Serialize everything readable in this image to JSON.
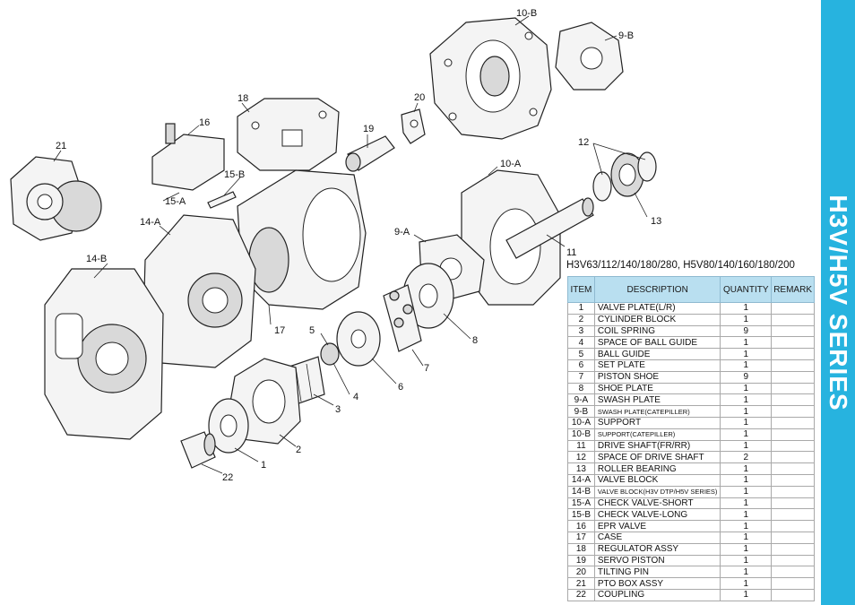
{
  "sidebar": {
    "title": "H3V/H5V SERIES",
    "color": "#27b3df"
  },
  "model_line": "H3V63/112/140/180/280, H5V80/140/160/180/200",
  "table": {
    "headers": [
      "ITEM",
      "DESCRIPTION",
      "QUANTITY",
      "REMARK"
    ],
    "rows": [
      {
        "item": "1",
        "desc": "VALVE PLATE(L/R)",
        "qty": "1",
        "remark": "",
        "small": false
      },
      {
        "item": "2",
        "desc": "CYLINDER BLOCK",
        "qty": "1",
        "remark": "",
        "small": false
      },
      {
        "item": "3",
        "desc": "COIL SPRING",
        "qty": "9",
        "remark": "",
        "small": false
      },
      {
        "item": "4",
        "desc": "SPACE OF BALL GUIDE",
        "qty": "1",
        "remark": "",
        "small": false
      },
      {
        "item": "5",
        "desc": "BALL GUIDE",
        "qty": "1",
        "remark": "",
        "small": false
      },
      {
        "item": "6",
        "desc": "SET PLATE",
        "qty": "1",
        "remark": "",
        "small": false
      },
      {
        "item": "7",
        "desc": "PISTON SHOE",
        "qty": "9",
        "remark": "",
        "small": false
      },
      {
        "item": "8",
        "desc": "SHOE PLATE",
        "qty": "1",
        "remark": "",
        "small": false
      },
      {
        "item": "9-A",
        "desc": "SWASH PLATE",
        "qty": "1",
        "remark": "",
        "small": false
      },
      {
        "item": "9-B",
        "desc": "SWASH PLATE(CATEPILLER)",
        "qty": "1",
        "remark": "",
        "small": true
      },
      {
        "item": "10-A",
        "desc": "SUPPORT",
        "qty": "1",
        "remark": "",
        "small": false
      },
      {
        "item": "10-B",
        "desc": "SUPPORT(CATEPILLER)",
        "qty": "1",
        "remark": "",
        "small": true
      },
      {
        "item": "11",
        "desc": "DRIVE SHAFT(FR/RR)",
        "qty": "1",
        "remark": "",
        "small": false
      },
      {
        "item": "12",
        "desc": "SPACE OF DRIVE SHAFT",
        "qty": "2",
        "remark": "",
        "small": false
      },
      {
        "item": "13",
        "desc": "ROLLER BEARING",
        "qty": "1",
        "remark": "",
        "small": false
      },
      {
        "item": "14-A",
        "desc": "VALVE BLOCK",
        "qty": "1",
        "remark": "",
        "small": false
      },
      {
        "item": "14-B",
        "desc": "VALVE BLOCK(H3V DTP/H5V SERIES)",
        "qty": "1",
        "remark": "",
        "small": true
      },
      {
        "item": "15-A",
        "desc": "CHECK VALVE-SHORT",
        "qty": "1",
        "remark": "",
        "small": false
      },
      {
        "item": "15-B",
        "desc": "CHECK VALVE-LONG",
        "qty": "1",
        "remark": "",
        "small": false
      },
      {
        "item": "16",
        "desc": "EPR VALVE",
        "qty": "1",
        "remark": "",
        "small": false
      },
      {
        "item": "17",
        "desc": "CASE",
        "qty": "1",
        "remark": "",
        "small": false
      },
      {
        "item": "18",
        "desc": "REGULATOR ASSY",
        "qty": "1",
        "remark": "",
        "small": false
      },
      {
        "item": "19",
        "desc": "SERVO PISTON",
        "qty": "1",
        "remark": "",
        "small": false
      },
      {
        "item": "20",
        "desc": "TILTING PIN",
        "qty": "1",
        "remark": "",
        "small": false
      },
      {
        "item": "21",
        "desc": "PTO BOX ASSY",
        "qty": "1",
        "remark": "",
        "small": false
      },
      {
        "item": "22",
        "desc": "COUPLING",
        "qty": "1",
        "remark": "",
        "small": false
      }
    ]
  },
  "callouts": {
    "c1": "1",
    "c2": "2",
    "c3": "3",
    "c4": "4",
    "c5": "5",
    "c6": "6",
    "c7": "7",
    "c8": "8",
    "c9a": "9-A",
    "c9b": "9-B",
    "c10a": "10-A",
    "c10b": "10-B",
    "c11": "11",
    "c12": "12",
    "c13": "13",
    "c14a": "14-A",
    "c14b": "14-B",
    "c15a": "15-A",
    "c15b": "15-B",
    "c16": "16",
    "c17": "17",
    "c18": "18",
    "c19": "19",
    "c20": "20",
    "c21": "21",
    "c22": "22"
  }
}
